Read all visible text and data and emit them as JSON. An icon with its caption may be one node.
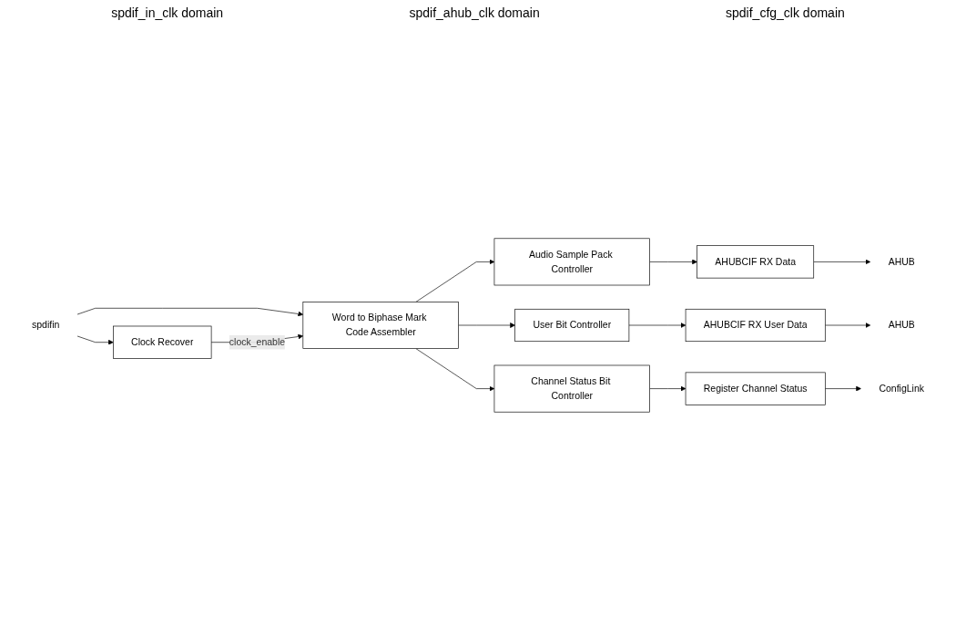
{
  "diagram": {
    "nodes": [
      {
        "text": [
          "spdifin"
        ]
      },
      {
        "text": [
          "Clock Recover"
        ]
      },
      {
        "text": [
          "Word to Biphase Mark Code Assembler"
        ]
      },
      {
        "text": [
          "Audio Sample Pack Controller"
        ]
      },
      {
        "text": [
          "User Bit Controller"
        ]
      },
      {
        "text": [
          "Channel Status Bit Controller"
        ]
      },
      {
        "text": [
          "AHUBCIF RX Data"
        ]
      },
      {
        "text": [
          "AHUBCIF RX User Data"
        ]
      },
      {
        "text": [
          "Register Channel Status"
        ]
      },
      {
        "text": [
          "AHUB"
        ]
      },
      {
        "text": [
          "AHUB"
        ]
      },
      {
        "text": [
          "ConfigLink"
        ]
      }
    ],
    "edges": [
      {
        "from": 0,
        "to": 1,
        "arrow": "to"
      },
      {
        "from": 0,
        "to": 2,
        "arrow": "to"
      },
      {
        "from": 1,
        "to": 2,
        "label": "clock_enable",
        "arrow": "to"
      },
      {
        "from": 2,
        "to": 3,
        "arrow": "to"
      },
      {
        "from": 2,
        "to": 4,
        "arrow": "to"
      },
      {
        "from": 2,
        "to": 5,
        "arrow": "to"
      },
      {
        "from": 3,
        "to": 6,
        "arrow": "to"
      },
      {
        "from": 4,
        "to": 7,
        "arrow": "to"
      },
      {
        "from": 5,
        "to": 8,
        "arrow": "to"
      },
      {
        "from": 6,
        "to": 9,
        "arrow": "to"
      },
      {
        "from": 7,
        "to": 10,
        "arrow": "to"
      },
      {
        "from": 8,
        "to": 11,
        "arrow": "to"
      }
    ],
    "labels": [
      "spdif_in_clk domain",
      "spdif_ahub_clk domain",
      "spdif_cfg_clk domain"
    ]
  }
}
